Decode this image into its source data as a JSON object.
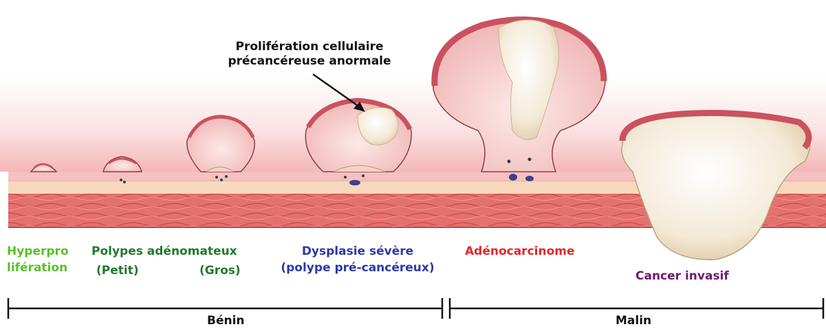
{
  "annotation": {
    "line1": "Prolifération cellulaire",
    "line2": "précancéreuse anormale"
  },
  "stages": {
    "hyperproliferation": {
      "line1": "Hyperpro",
      "line2": "lifération",
      "color": "#5bbf2a"
    },
    "adenomatous_polyps": {
      "title": "Polypes adénomateux",
      "small": "(Petit)",
      "large": "(Gros)",
      "color": "#1f7a2c"
    },
    "severe_dysplasia": {
      "line1": "Dysplasie sévère",
      "line2": "(polype pré-cancéreux)",
      "color": "#2a3aa8"
    },
    "adenocarcinoma": {
      "label": "Adénocarcinome",
      "color": "#e3262b"
    },
    "invasive_cancer": {
      "label": "Cancer invasif",
      "color": "#6b1a6e"
    }
  },
  "scale": {
    "benign": "Bénin",
    "malignant": "Malin"
  },
  "colors": {
    "mucosa": "#f4c3c3",
    "submucosa": "#f8d9bd",
    "muscle": "#e0686a",
    "polyp_rim": "#c9525e",
    "tumor": "#f6ecd9"
  }
}
